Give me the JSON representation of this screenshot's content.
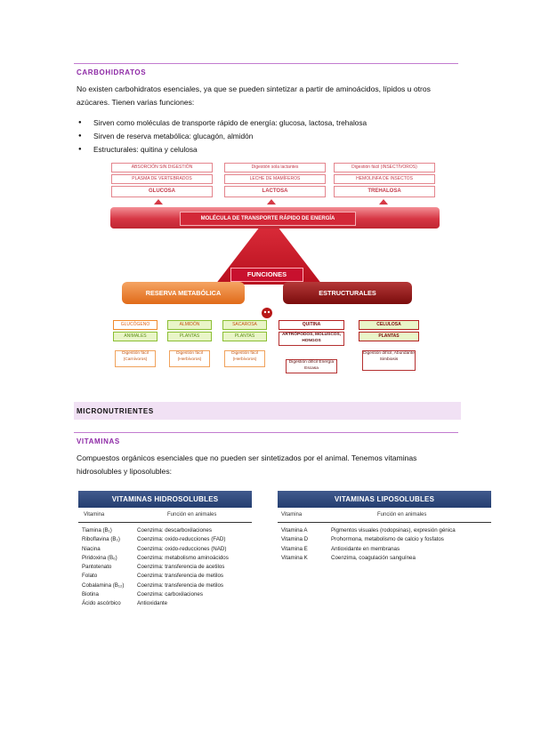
{
  "carbs": {
    "title": "CARBOHIDRATOS",
    "intro": "No existen carbohidratos esenciales, ya que se pueden sintetizar a partir de aminoácidos, lípidos u otros azúcares. Tienen varias funciones:",
    "bullets": [
      "Sirven como moléculas de transporte rápido de energía: glucosa, lactosa, trehalosa",
      "Sirven de reserva metabólica: glucagón, almidón",
      "Estructurales: quitina y celulosa"
    ]
  },
  "diagram": {
    "top_boxes": [
      {
        "lines": [
          "ABSORCIÓN SIN DIGESTIÓN",
          "PLASMA DE VERTEBRADOS"
        ],
        "name": "GLUCOSA"
      },
      {
        "lines": [
          "Digestión sola lactantes",
          "LECHE DE MAMÍFEROS"
        ],
        "name": "LACTOSA"
      },
      {
        "lines": [
          "Digestión fácil (INSECTÍVOROS)",
          "HEMOLINFA DE INSECTOS"
        ],
        "name": "TREHALOSA"
      }
    ],
    "band_label": "MOLÉCULA DE TRANSPORTE RÁPIDO DE ENERGÍA",
    "center_label": "FUNCIONES",
    "left_label": "RESERVA METABÓLICA",
    "right_label": "ESTRUCTURALES",
    "reserve_items": [
      {
        "name": "GLUCÓGENO",
        "source": "ANIMALES",
        "note": "Digestión fácil (Carnívoros)"
      },
      {
        "name": "ALMIDÓN",
        "source": "PLANTAS",
        "note": "Digestión fácil (Herbívoros)"
      },
      {
        "name": "SACAROSA",
        "source": "PLANTAS",
        "note": "Digestión fácil (Herbívoros)"
      }
    ],
    "structural_items": [
      {
        "name": "QUITINA",
        "source": "ARTRÓPODOS, MOLUSCOS, HONGOS",
        "note": "Digestión difícil Energía Escasa"
      },
      {
        "name": "CELULOSA",
        "source": "PLANTAS",
        "note": "Digestión difícil, Abundante Simbiosis"
      }
    ]
  },
  "micro": {
    "title": "MICRONUTRIENTES"
  },
  "vitamins": {
    "title": "VITAMINAS",
    "intro": "Compuestos orgánicos esenciales que no pueden ser sintetizados por el animal. Tenemos vitaminas hidrosolubles y liposolubles:"
  },
  "hydro_table": {
    "title": "VITAMINAS HIDROSOLUBLES",
    "col1": "Vitamina",
    "col2": "Función en animales",
    "rows": [
      [
        "Tiamina (B₁)",
        "Coenzima: descarboxilaciones"
      ],
      [
        "Riboflavina (B₂)",
        "Coenzima: oxido-reducciones (FAD)"
      ],
      [
        "Niacina",
        "Coenzima: oxido-reducciones (NAD)"
      ],
      [
        "Piridoxina (B₆)",
        "Coenzima: metabolismo aminoácidos"
      ],
      [
        "Pantotenato",
        "Coenzima: transferencia de acetilos"
      ],
      [
        "Folato",
        "Coenzima: transferencia de metilos"
      ],
      [
        "Cobalamina (B₁₂)",
        "Coenzima: transferencia de metilos"
      ],
      [
        "Biotina",
        "Coenzima: carboxilaciones"
      ],
      [
        "Ácido ascórbico",
        "Antioxidante"
      ]
    ]
  },
  "lipo_table": {
    "title": "VITAMINAS LIPOSOLUBLES",
    "col1": "Vitamina",
    "col2": "Función en animales",
    "rows": [
      [
        "Vitamina A",
        "Pigmentos visuales (rodopsinas), expresión génica"
      ],
      [
        "Vitamina D",
        "Prohormona, metabolismo de calcio y fosfatos"
      ],
      [
        "Vitamina E",
        "Antioxidante en membranas"
      ],
      [
        "Vitamina K",
        "Coenzima, coagulación sanguínea"
      ]
    ]
  }
}
